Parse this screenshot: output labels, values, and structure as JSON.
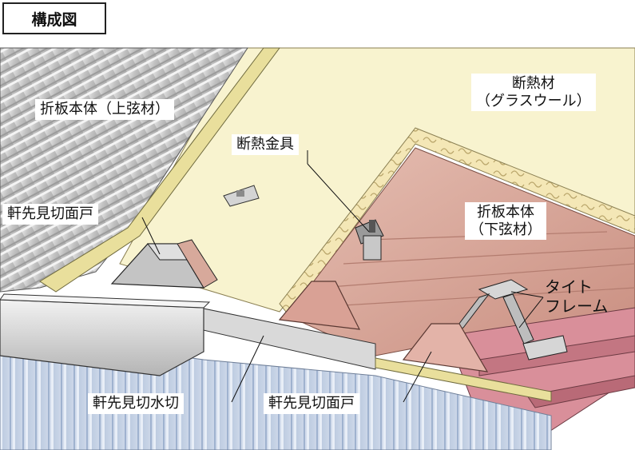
{
  "title": "構成図",
  "labels": {
    "upper_chord": "折板本体（上弦材）",
    "insulation_line1": "断熱材",
    "insulation_line2": "（グラスウール）",
    "insulation_bracket": "断熱金具",
    "eave_closure_top": "軒先見切面戸",
    "lower_chord_line1": "折板本体",
    "lower_chord_line2": "（下弦材）",
    "tight_frame_line1": "タイト",
    "tight_frame_line2": "フレーム",
    "eave_flashing": "軒先見切水切",
    "eave_closure_bottom": "軒先見切面戸"
  },
  "colors": {
    "upper_roof": "#c9c9c9",
    "insulation": "#f8f3cf",
    "lower_roof": "#d7a99b",
    "steel_beam": "#d98f9a",
    "wall": "#c5d2e6",
    "closure": "#e3b3a8"
  }
}
